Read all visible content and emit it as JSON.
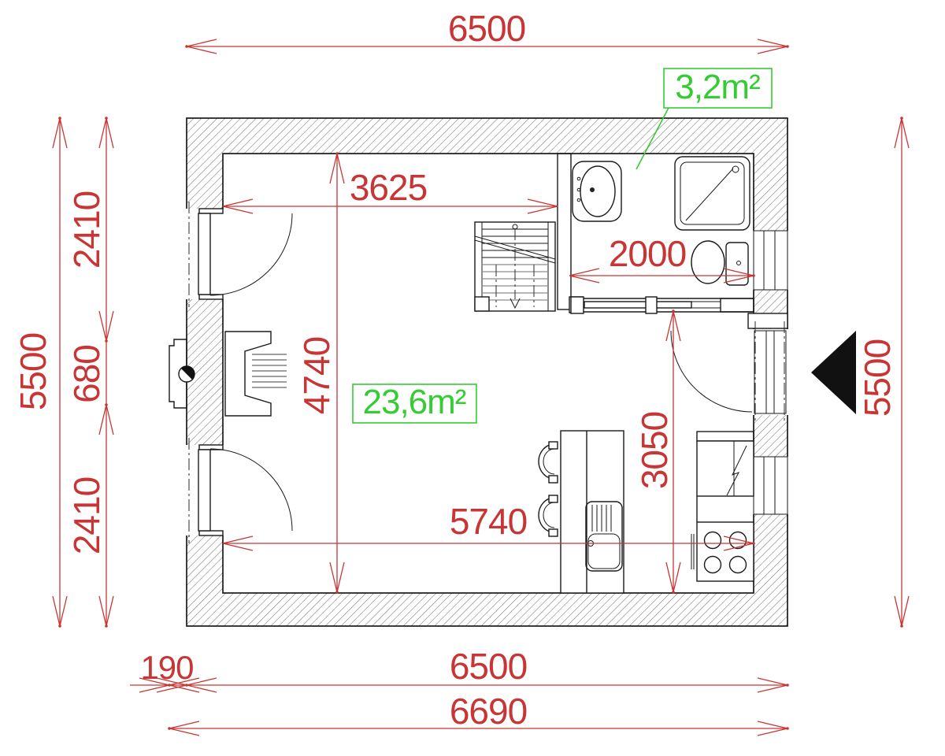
{
  "dimensions": {
    "top_width": "6500",
    "interior_width": "3625",
    "interior_height": "4740",
    "bathroom_width": "2000",
    "kitchen_width": "5740",
    "kitchen_height": "3050",
    "left_upper": "2410",
    "left_middle": "680",
    "left_lower": "2410",
    "left_total": "5500",
    "right_total": "5500",
    "bottom_offset": "190",
    "bottom_width": "6500",
    "bottom_total": "6690"
  },
  "areas": {
    "bathroom": "3,2m²",
    "main_room": "23,6m²"
  },
  "colors": {
    "dimension_red": "#c83535",
    "area_green": "#33cc33",
    "line_black": "#1a1a1a",
    "hatch_gray": "#474747"
  }
}
